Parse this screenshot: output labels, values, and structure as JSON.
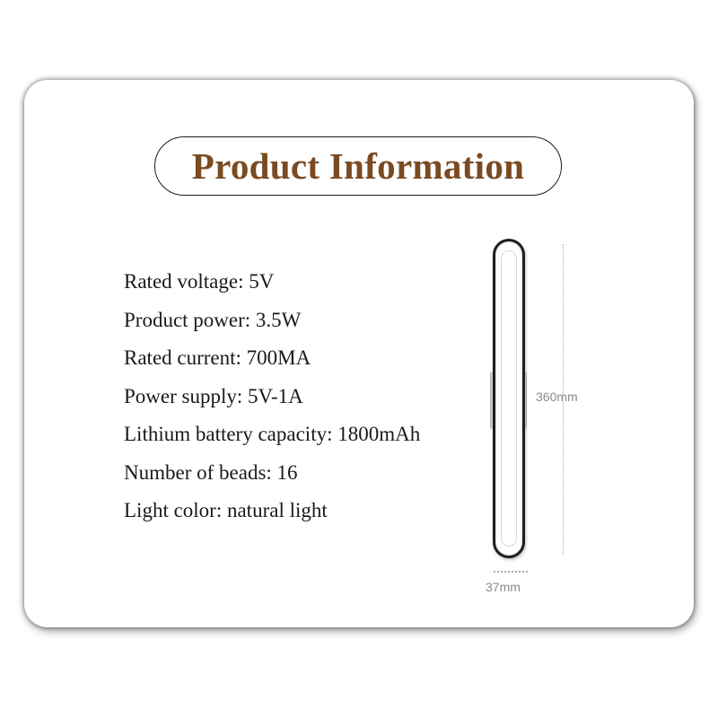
{
  "title": "Product Information",
  "specs": [
    "Rated voltage: 5V",
    "Product power: 3.5W",
    "Rated current: 700MA",
    "Power supply: 5V-1A",
    "Lithium battery capacity: 1800mAh",
    "Number of beads: 16",
    "Light color: natural light"
  ],
  "dimensions": {
    "height": "360mm",
    "width": "37mm"
  },
  "colors": {
    "title": "#7a4a22",
    "text": "#1a1a1a",
    "dimension_text": "#8a8a8a"
  }
}
